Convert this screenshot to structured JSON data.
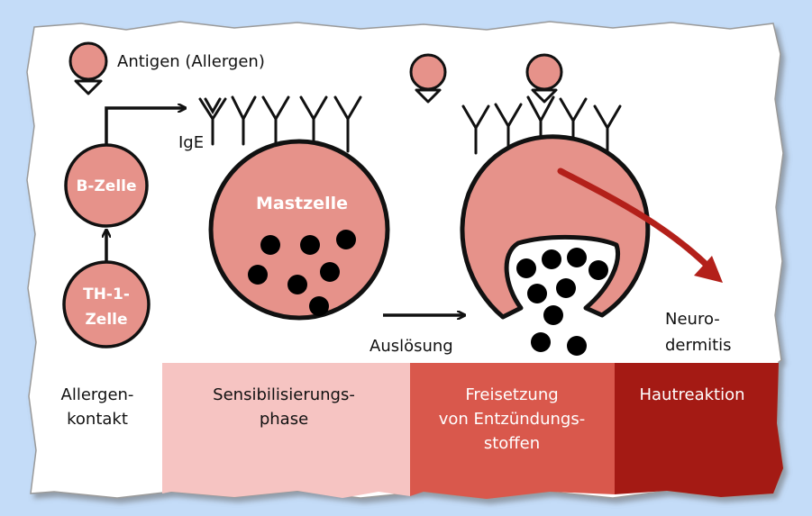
{
  "diagram": {
    "antigen_label": "Antigen (Allergen)",
    "ige_label": "IgE",
    "b_cell_label": "B-Zelle",
    "th1_cell_label": [
      "TH-1-",
      "Zelle"
    ],
    "mast_cell_label": "Mastzelle",
    "trigger_label": "Auslösung",
    "neurodermatitis_label": [
      "Neuro-",
      "dermitis"
    ]
  },
  "phases": [
    {
      "lines": [
        "Allergen-",
        "kontakt"
      ],
      "color": "#ffffff"
    },
    {
      "lines": [
        "Sensibilisierungs-",
        "phase"
      ],
      "color": "#f6c4c2"
    },
    {
      "lines": [
        "Freisetzung",
        "von Entzündungs-",
        "stoffen"
      ],
      "color": "#d9584c"
    },
    {
      "lines": [
        "Hautreaktion"
      ],
      "color": "#a41a14"
    }
  ],
  "colors": {
    "background": "#c4dcf8",
    "paper": "#ffffff",
    "cell_fill": "#e6928a",
    "arrow_red": "#b3201a"
  }
}
